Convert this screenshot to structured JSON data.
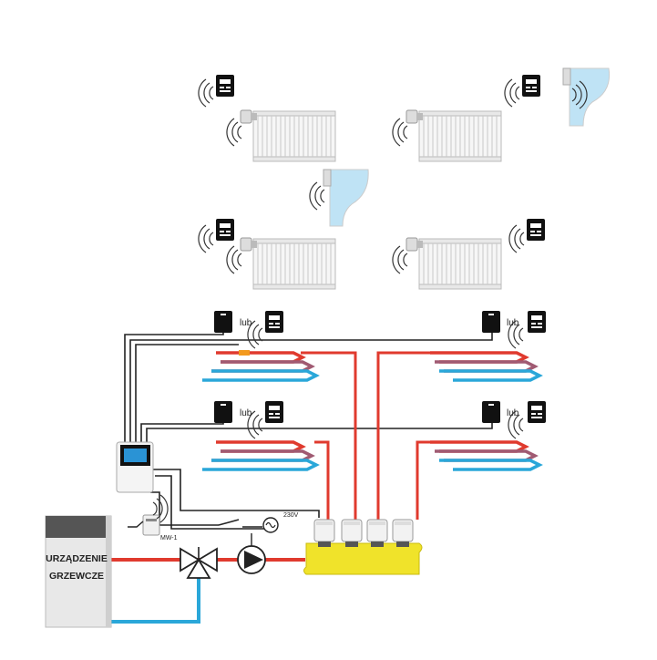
{
  "diagram": {
    "boiler_label_line1": "URZĄDZENIE",
    "boiler_label_line2": "GRZEWCZE",
    "or_label": "lub",
    "voltage_label": "230V",
    "module_label": "MW-1",
    "colors": {
      "supply": "#e03a2e",
      "return": "#2aa7d9",
      "manifold": "#f0e32a",
      "thermostat": "#111111",
      "radiator": "#f4f4f4",
      "window_glass": "#bfe3f5",
      "controller_screen": "#2a93d5",
      "boiler": "#e6e6e6",
      "boiler_top": "#555555",
      "wire": "#222222"
    }
  }
}
